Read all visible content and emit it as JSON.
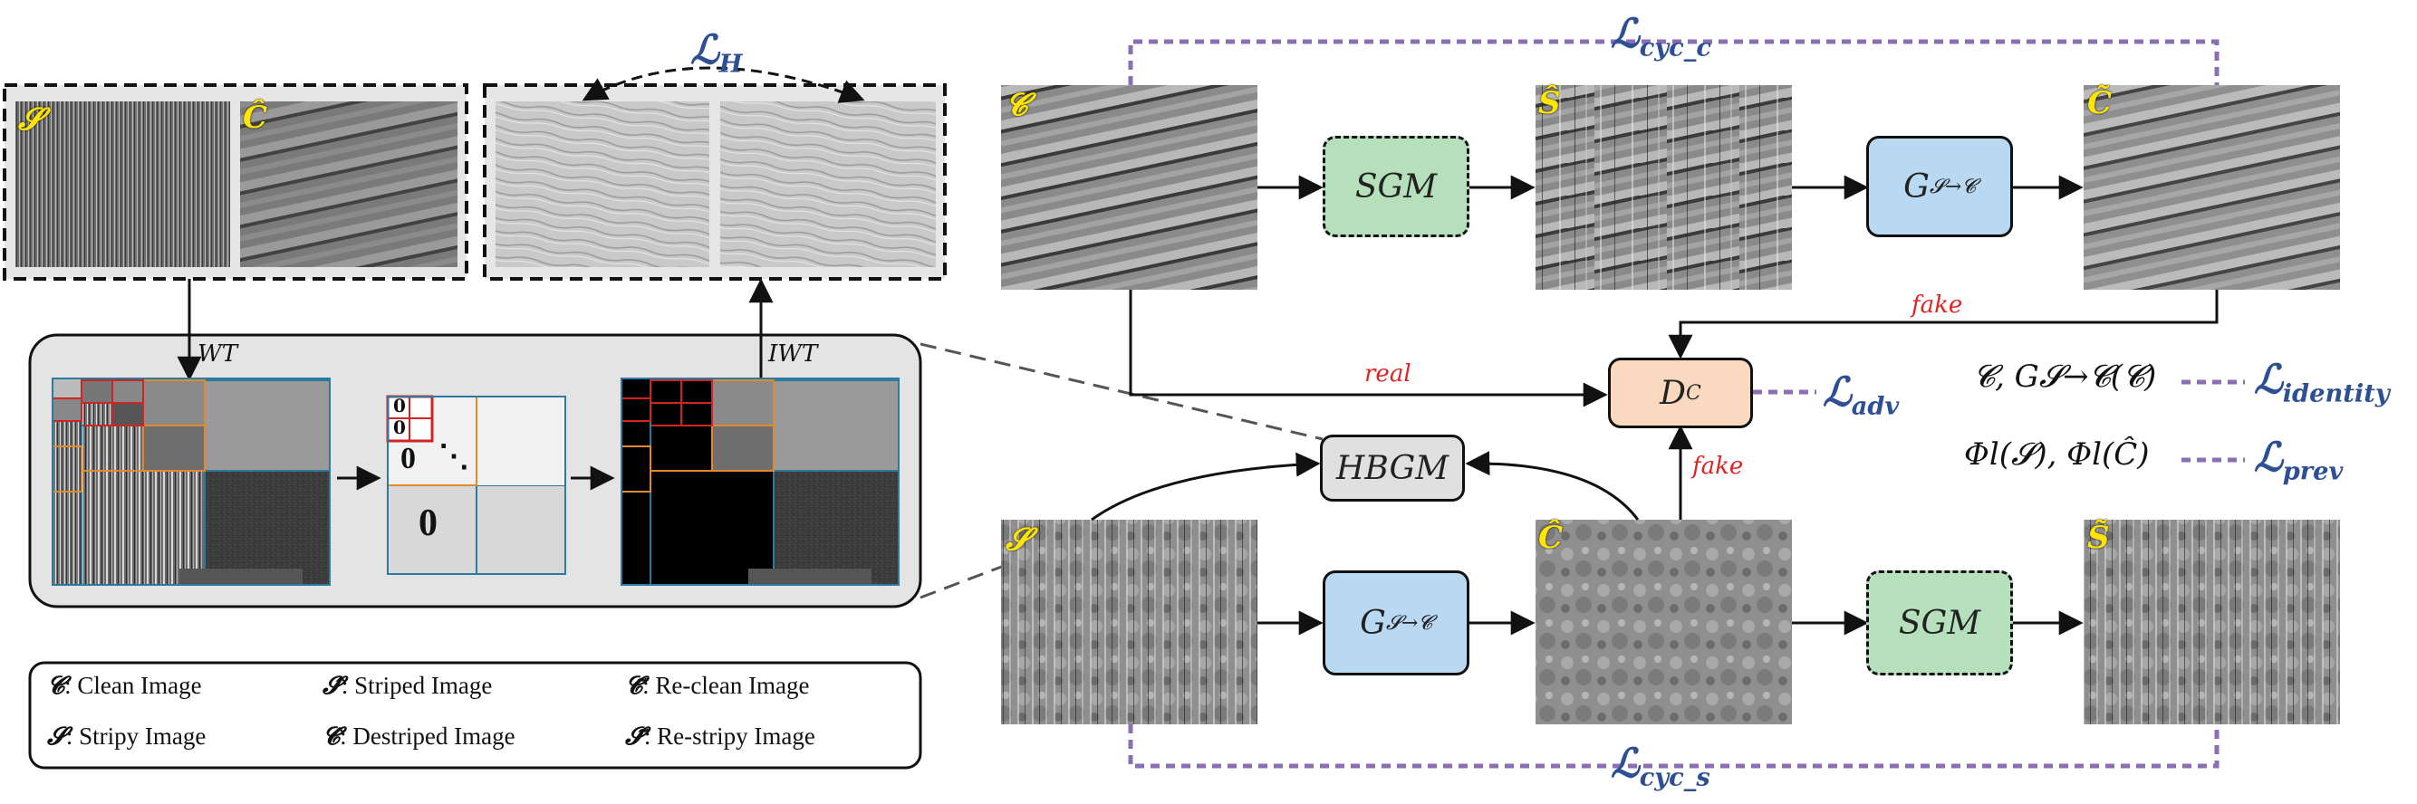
{
  "left_panel": {
    "tag_s": "𝓢",
    "tag_c_hat": "Ĉ",
    "loss_h": "ℒ",
    "loss_h_sub": "H",
    "wt": "WT",
    "iwt": "IWT",
    "zero_small_1": "0",
    "zero_small_2": "0",
    "zero_mid": "0",
    "dots": "⋱",
    "zero_big": "0"
  },
  "legend": {
    "items": [
      {
        "sym": "𝓒",
        "text": ": Clean Image"
      },
      {
        "sym": "𝓢",
        "text": ": Stripy Image"
      },
      {
        "sym": "𝓢̂",
        "text": ": Striped Image"
      },
      {
        "sym": "𝓒̂",
        "text": ": Destriped Image"
      },
      {
        "sym": "𝓒̃",
        "text": ": Re-clean Image"
      },
      {
        "sym": "𝓢̃",
        "text": ": Re-stripy Image"
      }
    ]
  },
  "right_panel": {
    "loss_cyc_c": "ℒ",
    "loss_cyc_c_sub": "cyc_c",
    "loss_cyc_s": "ℒ",
    "loss_cyc_s_sub": "cyc_s",
    "sgm_top": "SGM",
    "gen_top": "G",
    "gen_top_sub": "𝓢→𝓒",
    "disc": "D",
    "disc_sub": "C",
    "hbgm": "HBGM",
    "gen_bottom": "G",
    "gen_bottom_sub": "𝓢→𝓒",
    "sgm_bottom": "SGM",
    "real": "real",
    "fake_top": "fake",
    "fake_mid": "fake",
    "loss_adv": "ℒ",
    "loss_adv_sub": "adv",
    "identity_expr": "𝓒, G𝓢→𝓒(𝓒)",
    "loss_identity": "ℒ",
    "loss_identity_sub": "identity",
    "prev_expr": "Φl(𝓢), Φl(Ĉ)",
    "loss_prev": "ℒ",
    "loss_prev_sub": "prev",
    "tag_c": "𝓒",
    "tag_s_hat": "Ŝ",
    "tag_c_tilde": "C̃",
    "tag_s": "𝓢",
    "tag_c_hat": "Ĉ",
    "tag_s_tilde": "S̃"
  },
  "colors": {
    "loss_blue": "#2e4f94",
    "dashed_purple": "#8b6fb5",
    "sgm_green": "#b5e0bb",
    "gen_blue": "#b9d9f3",
    "disc_orange": "#fad9c0",
    "hbgm_grey": "#e0e0e0",
    "panel_grey": "#e4e4e4",
    "red_label": "#e02424",
    "yellow_tag": "#ffe600"
  }
}
